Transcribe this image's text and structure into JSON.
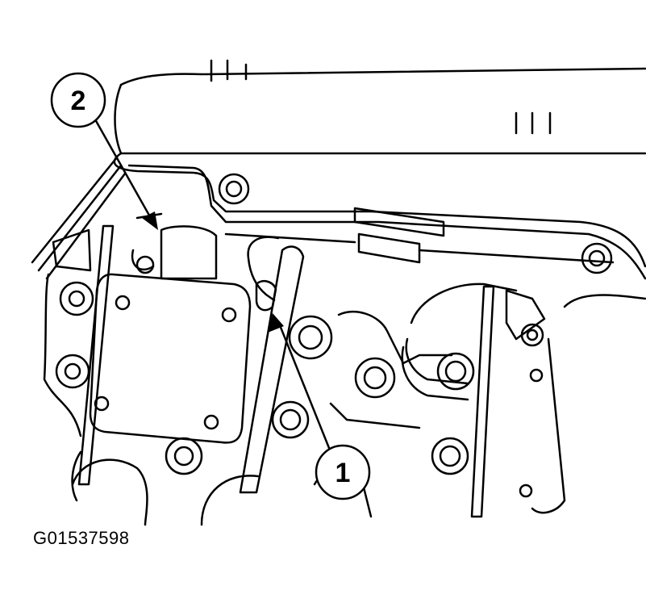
{
  "callouts": [
    {
      "id": "1",
      "label": "1"
    },
    {
      "id": "2",
      "label": "2"
    }
  ],
  "figure_id": "G01537598",
  "colors": {
    "line": "#000000",
    "background": "#ffffff"
  }
}
